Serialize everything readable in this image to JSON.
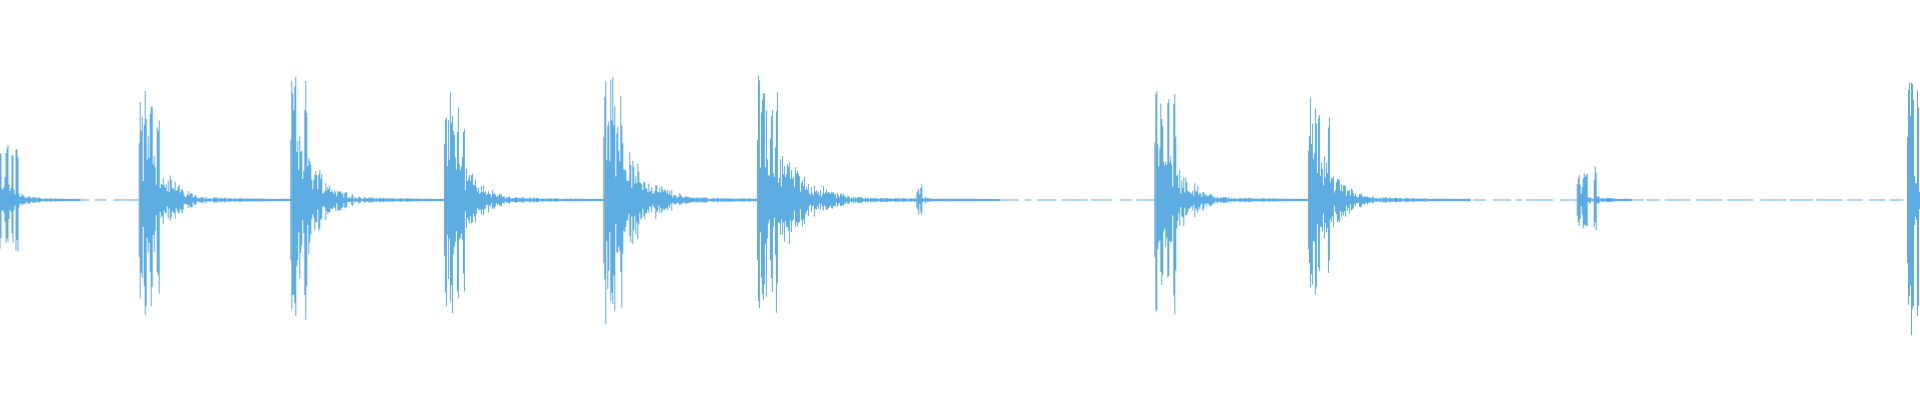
{
  "waveform": {
    "color": "#5dade2",
    "background": "#ffffff",
    "baseline_style": "dashed",
    "peak_times": [
      0.0,
      0.073,
      0.152,
      0.232,
      0.315,
      0.395,
      0.478,
      0.602,
      0.682,
      0.822,
      0.994
    ],
    "peak_amplitudes": [
      0.45,
      0.9,
      0.95,
      0.88,
      1.0,
      0.95,
      0.12,
      0.9,
      0.78,
      0.25,
      1.0
    ],
    "decay_lengths": [
      0.015,
      0.03,
      0.032,
      0.03,
      0.04,
      0.045,
      0.002,
      0.03,
      0.03,
      0.01,
      0.01
    ]
  }
}
